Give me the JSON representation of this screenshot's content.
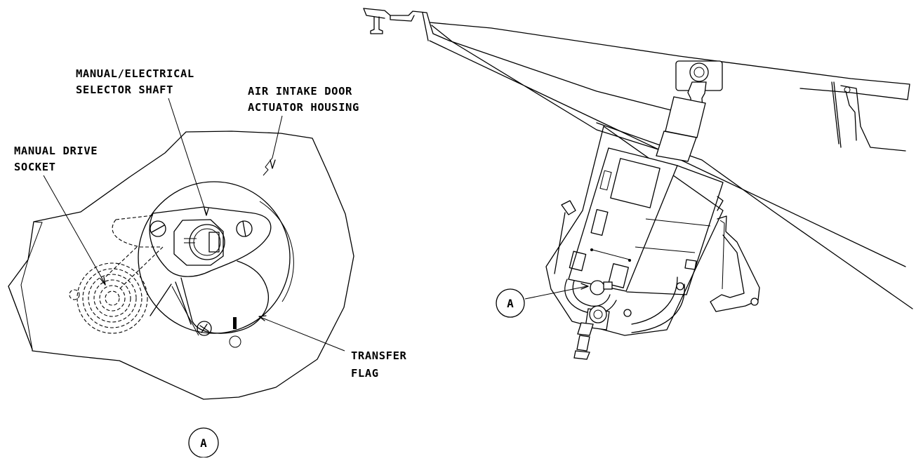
{
  "detail_view": {
    "callouts": {
      "selector_shaft": [
        "MANUAL/ELECTRICAL",
        "SELECTOR SHAFT"
      ],
      "actuator_housing": [
        "AIR INTAKE DOOR",
        "ACTUATOR HOUSING"
      ],
      "manual_drive_socket": [
        "MANUAL DRIVE",
        "SOCKET"
      ],
      "transfer_flag": [
        "TRANSFER",
        "FLAG"
      ]
    },
    "view_label": "A"
  },
  "overview": {
    "detail_reference": "A"
  }
}
